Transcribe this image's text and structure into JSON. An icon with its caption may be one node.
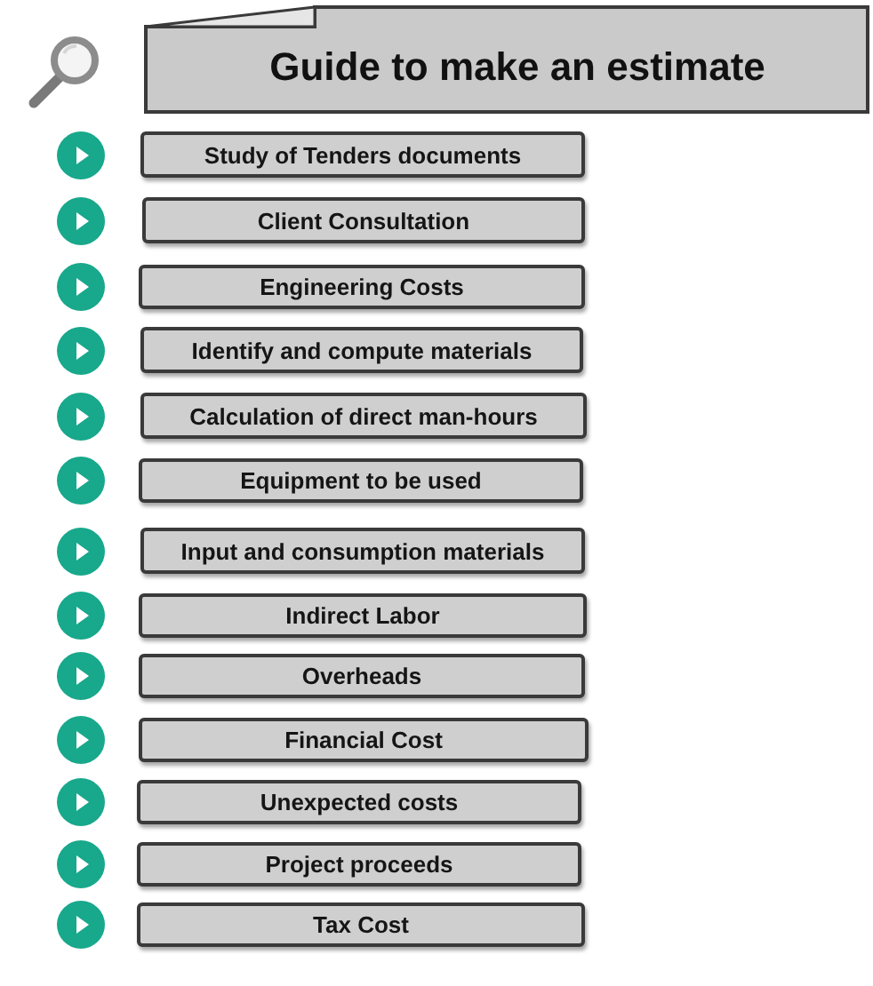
{
  "diagram": {
    "nodes": [
      {
        "text": [
          "Guide to make an estimate"
        ]
      },
      {
        "text": [
          "Study of Tenders documents"
        ]
      },
      {
        "text": [
          "Client Consultation"
        ]
      },
      {
        "text": [
          "Engineering Costs"
        ]
      },
      {
        "text": [
          "Identify and compute materials"
        ]
      },
      {
        "text": [
          "Calculation of direct man-hours"
        ]
      },
      {
        "text": [
          "Equipment to be used"
        ]
      },
      {
        "text": [
          "Input and consumption materials"
        ]
      },
      {
        "text": [
          "Indirect Labor"
        ]
      },
      {
        "text": [
          "Overheads"
        ]
      },
      {
        "text": [
          "Financial Cost"
        ]
      },
      {
        "text": [
          "Unexpected costs"
        ]
      },
      {
        "text": [
          "Project proceeds"
        ]
      },
      {
        "text": [
          "Tax Cost"
        ]
      }
    ]
  }
}
